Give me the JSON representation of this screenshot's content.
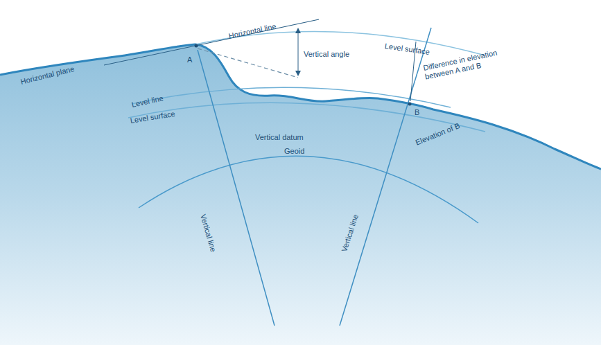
{
  "diagram": {
    "labels": [
      "Horizontal line",
      "Level surface",
      "Vertical angle",
      "Horizontal plane",
      "A",
      "Difference in elevation between A and B",
      "B",
      "Level line",
      "Level surface",
      "Vertical datum",
      "Geoid",
      "Elevation of B",
      "Vertical line",
      "Vertical line"
    ]
  }
}
